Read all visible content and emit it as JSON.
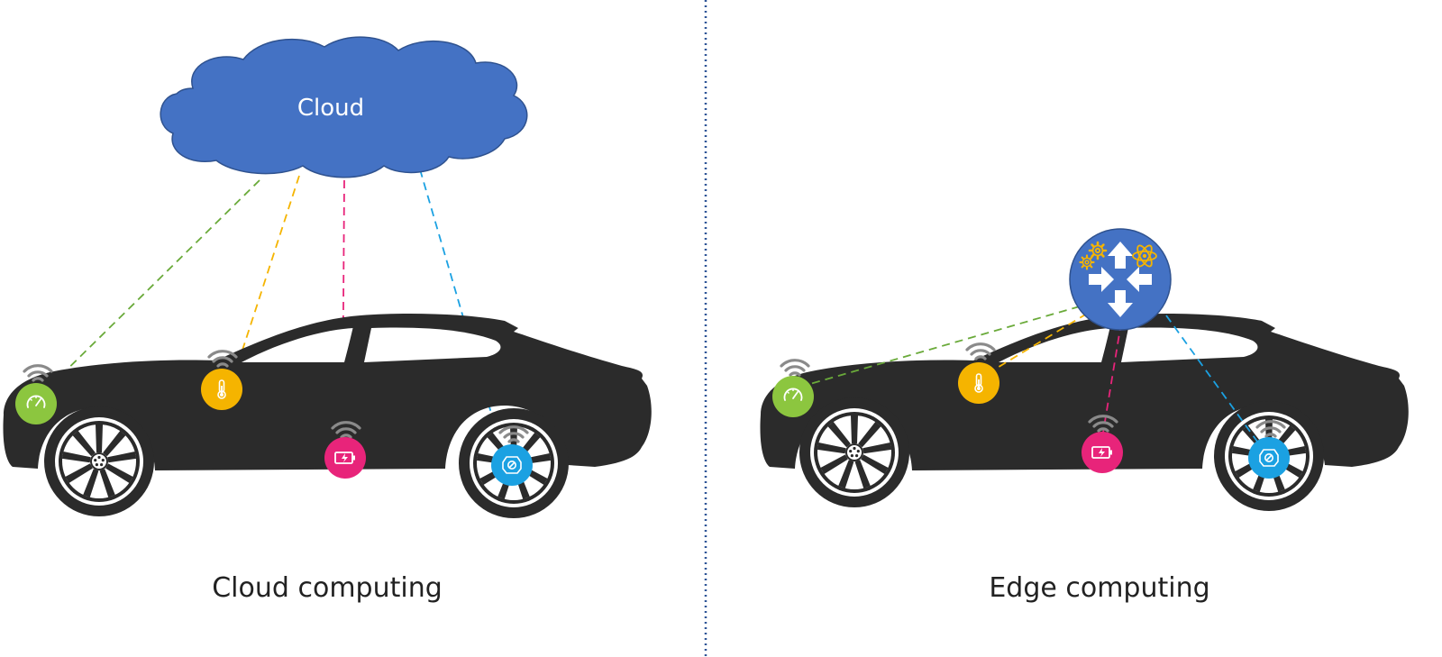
{
  "panels": [
    {
      "title": "Cloud computing",
      "hub_label": "Cloud",
      "hub_kind": "cloud",
      "sensors": [
        {
          "icon": "speedometer-icon",
          "color": "#8cc63f",
          "link_color": "#6aaa3a"
        },
        {
          "icon": "thermometer-icon",
          "color": "#f5b400",
          "link_color": "#f5b400"
        },
        {
          "icon": "battery-charging-icon",
          "color": "#e8247a",
          "link_color": "#e8247a"
        },
        {
          "icon": "tire-pressure-icon",
          "color": "#1ba1e2",
          "link_color": "#1ba1e2"
        }
      ]
    },
    {
      "title": "Edge computing",
      "hub_kind": "edge-router",
      "hub_icons": [
        "router-arrows-icon",
        "gears-icon",
        "atom-icon"
      ],
      "sensors": [
        {
          "icon": "speedometer-icon",
          "color": "#8cc63f",
          "link_color": "#6aaa3a"
        },
        {
          "icon": "thermometer-icon",
          "color": "#f5b400",
          "link_color": "#f5b400"
        },
        {
          "icon": "battery-charging-icon",
          "color": "#e8247a",
          "link_color": "#e8247a"
        },
        {
          "icon": "tire-pressure-icon",
          "color": "#1ba1e2",
          "link_color": "#1ba1e2"
        }
      ]
    }
  ],
  "colors": {
    "car_body": "#2b2b2b",
    "cloud_fill": "#4472c4",
    "cloud_stroke": "#2f528f",
    "router_fill": "#4472c4",
    "gear_color": "#f5b400",
    "divider": "#2f5597",
    "wifi": "#8a8a8a"
  }
}
